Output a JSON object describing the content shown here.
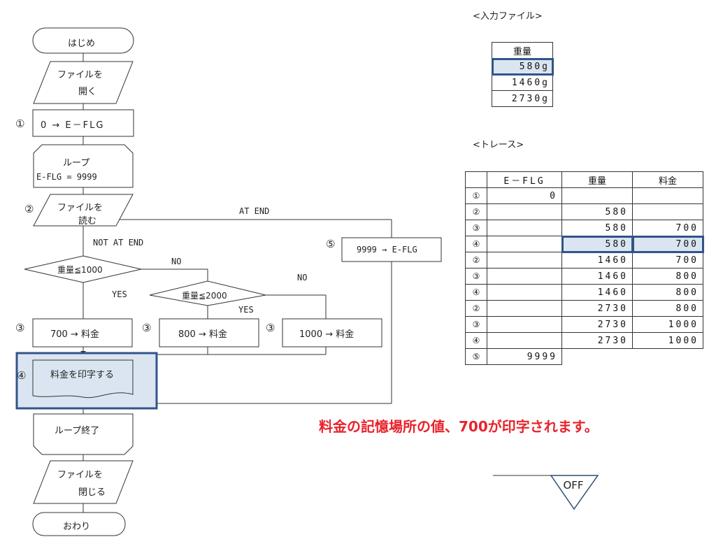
{
  "flow": {
    "start": "はじめ",
    "open_file_1": "ファイルを",
    "open_file_2": "開く",
    "init_num": "①",
    "init_text": "0 → E－FLG",
    "loop_head_1": "ループ",
    "loop_head_2": "E-FLG = 9999",
    "read_num": "②",
    "read_1": "ファイルを",
    "read_2": "読む",
    "at_end": "AT END",
    "not_at_end": "NOT AT END",
    "set_num": "⑤",
    "set_text": "9999 → E-FLG",
    "cond1": "重量≦1000",
    "cond2": "重量≦2000",
    "no1": "NO",
    "no2": "NO",
    "yes1": "YES",
    "yes2": "YES",
    "assign_num_1": "③",
    "assign_num_2": "③",
    "assign_num_3": "③",
    "assign1": "700 → 料金",
    "assign2": "800 → 料金",
    "assign3": "1000 → 料金",
    "print_num": "④",
    "print": "料金を印字する",
    "loop_end": "ループ終了",
    "close_1": "ファイルを",
    "close_2": "閉じる",
    "end": "おわり"
  },
  "input_file": {
    "title": "<入力ファイル>",
    "header": "重量",
    "rows": [
      "580g",
      "1460g",
      "2730g"
    ]
  },
  "trace": {
    "title": "<トレース>",
    "headers": [
      "",
      "E－FLG",
      "重量",
      "料金"
    ],
    "rows": [
      [
        "①",
        "0",
        "",
        ""
      ],
      [
        "②",
        "",
        "580",
        ""
      ],
      [
        "③",
        "",
        "580",
        "700"
      ],
      [
        "④",
        "",
        "580",
        "700"
      ],
      [
        "②",
        "",
        "1460",
        "700"
      ],
      [
        "③",
        "",
        "1460",
        "800"
      ],
      [
        "④",
        "",
        "1460",
        "800"
      ],
      [
        "②",
        "",
        "2730",
        "800"
      ],
      [
        "③",
        "",
        "2730",
        "1000"
      ],
      [
        "④",
        "",
        "2730",
        "1000"
      ],
      [
        "⑤",
        "9999",
        "",
        ""
      ]
    ]
  },
  "message": "料金の記憶場所の値、700が印字されます。",
  "off_label": "OFF"
}
